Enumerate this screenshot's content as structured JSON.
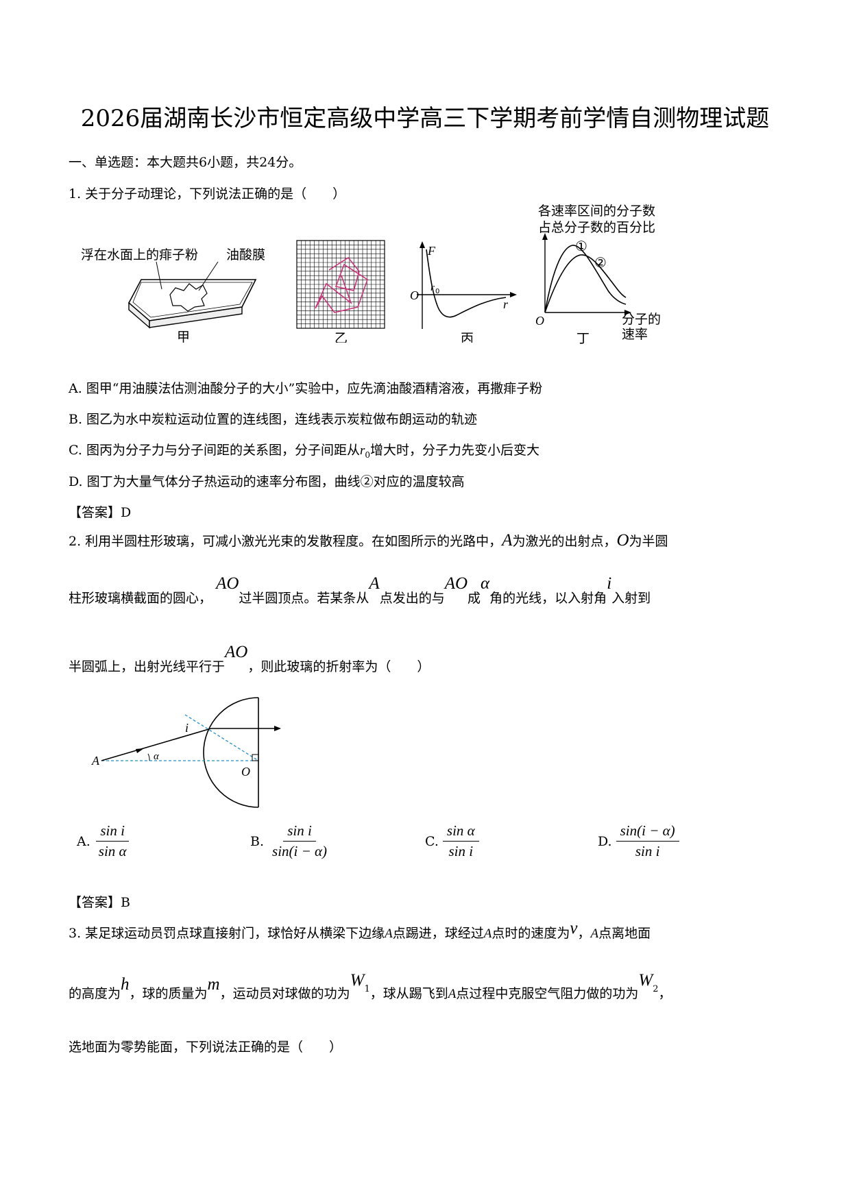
{
  "title": "2026届湖南长沙市恒定高级中学高三下学期考前学情自测物理试题",
  "section1": "一、单选题：本大题共6小题，共24分。",
  "q1": {
    "stem": "1. 关于分子动理论，下列说法正确的是（　　）",
    "fig_jia": {
      "label1": "浮在水面上的痱子粉",
      "label2": "油酸膜",
      "caption": "甲"
    },
    "fig_yi": {
      "caption": "乙"
    },
    "fig_bing": {
      "F": "F",
      "O": "O",
      "r0": "r",
      "r0_sub": "0",
      "r": "r",
      "caption": "丙"
    },
    "fig_ding": {
      "ylabel1": "各速率区间的分子数",
      "ylabel2": "占总分子数的百分比",
      "c1": "①",
      "c2": "②",
      "O": "O",
      "xlabel1": "分子的",
      "xlabel2": "速率",
      "caption": "丁"
    },
    "A": "A. 图甲“用油膜法估测油酸分子的大小”实验中，应先滴油酸酒精溶液，再撒痱子粉",
    "B": "B. 图乙为水中炭粒运动位置的连线图，连线表示炭粒做布朗运动的轨迹",
    "C_pre": "C. 图丙为分子力与分子间距的关系图，分子间距从",
    "C_r": "r",
    "C_sub": "0",
    "C_post": "增大时，分子力先变小后变大",
    "D": "D. 图丁为大量气体分子热运动的速率分布图，曲线②对应的温度较高",
    "answer": "【答案】D"
  },
  "q2": {
    "l1a": "2. 利用半圆柱形玻璃，可减小激光光束的发散程度。在如图所示的光路中，",
    "A": "A",
    "l1b": "为激光的出射点，",
    "O": "O",
    "l1c": "为半圆",
    "l2a": "柱形玻璃横截面的圆心，",
    "AO": "AO",
    "l2b": "过半圆顶点。若某条从",
    "l2c": "点发出的与",
    "l2d": "成",
    "alpha": "α",
    "l2e": "角的光线，以入射角",
    "i": "i",
    "l2f": "入射到",
    "l3a": "半圆弧上，出射光线平行于",
    "l3b": "，则此玻璃的折射率为（　　）",
    "fig": {
      "A": "A",
      "O": "O",
      "i": "i",
      "alpha": "α"
    },
    "options": [
      {
        "label": "A.",
        "num": "sin i",
        "den": "sin α"
      },
      {
        "label": "B.",
        "num": "sin i",
        "den": "sin(i − α)"
      },
      {
        "label": "C.",
        "num": "sin α",
        "den": "sin i"
      },
      {
        "label": "D.",
        "num": "sin(i − α)",
        "den": "sin i"
      }
    ],
    "answer": "【答案】B"
  },
  "q3": {
    "l1a": "3. 某足球运动员罚点球直接射门，球恰好从横梁下边缘",
    "A": "A",
    "l1b": "点踢进，球经过",
    "l1c": "点时的速度为",
    "v": "v",
    "l1d": "，",
    "l1e": "点离地面",
    "l2a": "的高度为",
    "h": "h",
    "l2b": "，球的质量为",
    "m": "m",
    "l2c": "，运动员对球做的功为",
    "W": "W",
    "sub1": "1",
    "l2d": "，球从踢飞到",
    "l2e": "点过程中克服空气阻力做的功为",
    "sub2": "2",
    "l2f": "，",
    "l3": "选地面为零势能面，下列说法正确的是（　　）"
  }
}
